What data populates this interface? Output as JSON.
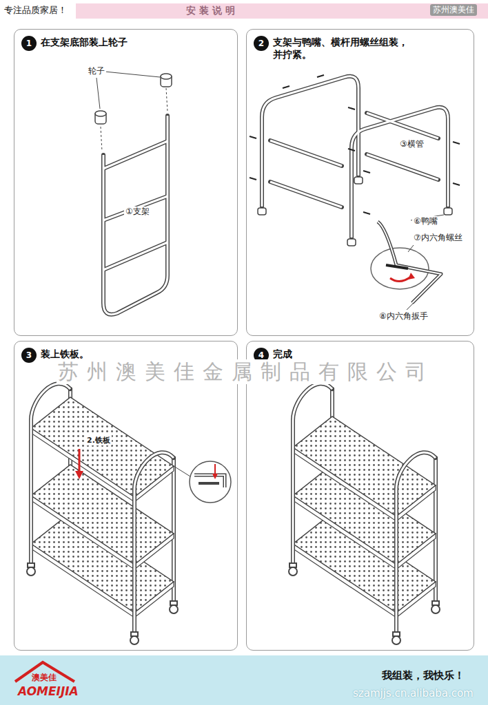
{
  "diagram": {
    "title": "安 装 说 明",
    "nodes": [
      {
        "text": [
          "在支架底部装上轮子"
        ]
      },
      {
        "text": [
          "1"
        ],
        "in": 0
      },
      {
        "text": [
          "支架与鸭嘴、横杆用螺丝组装， 并拧紧。"
        ]
      },
      {
        "text": [
          "2"
        ],
        "in": 2
      },
      {
        "text": [
          "装上铁板。"
        ]
      },
      {
        "text": [
          "3"
        ],
        "in": 4
      },
      {
        "text": [
          "完成"
        ]
      },
      {
        "text": [
          "4"
        ],
        "in": 6
      }
    ],
    "labels": [
      "专注品质家居！",
      "苏州澳美佳",
      "轮子",
      "①支架",
      "③横管",
      "⑥鸭嘴",
      "⑦内六角螺丝",
      "⑧内六角扳手",
      "2.铁板",
      "苏州澳美佳金属制品有限公司",
      "澳美佳",
      "AOMEIJIA",
      "我组装，我快乐！",
      "szamjjs.cn.alibaba.com"
    ]
  }
}
